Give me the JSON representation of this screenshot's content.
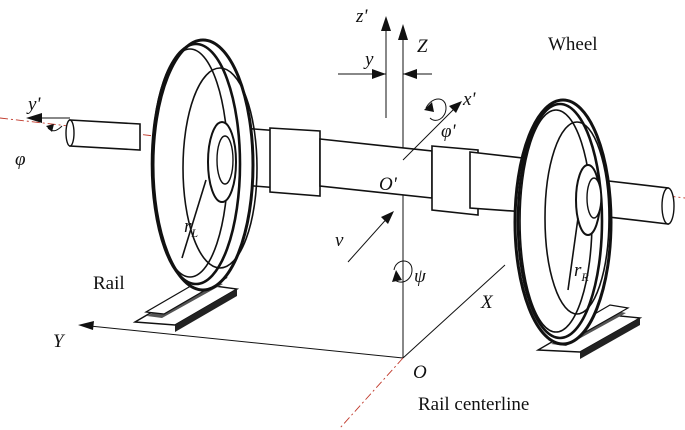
{
  "labels": {
    "wheel": "Wheel",
    "rail": "Rail",
    "rail_centerline": "Rail centerline",
    "z_prime": "z'",
    "z": "Z",
    "y_small": "y",
    "y_prime": "y'",
    "x_prime": "x'",
    "phi_prime": "φ'",
    "phi": "φ",
    "o_prime": "O'",
    "o": "O",
    "r_l_base": "r",
    "r_l_sub": "L",
    "r_r_base": "r",
    "r_r_sub": "R",
    "v": "v",
    "psi": "ψ",
    "x_cap": "X",
    "y_cap": "Y"
  },
  "icons": {
    "left_wheel": "wheel-icon",
    "right_wheel": "wheel-icon",
    "left_rail": "rail-icon",
    "right_rail": "rail-icon"
  }
}
